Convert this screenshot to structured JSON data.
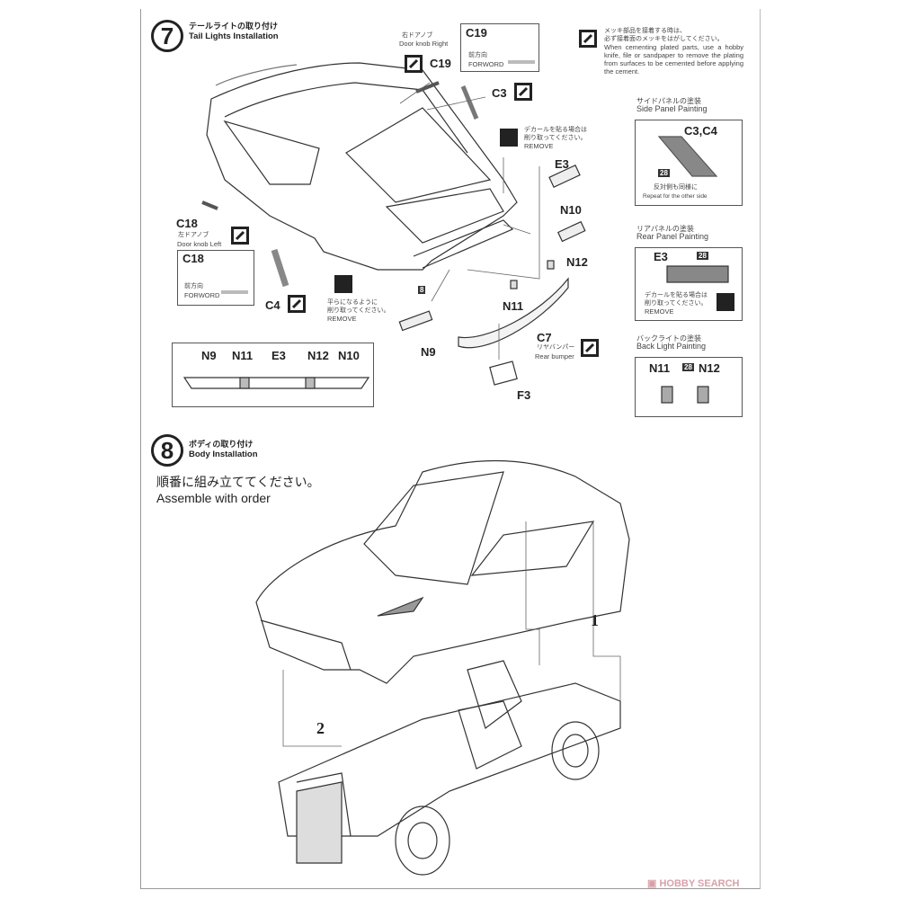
{
  "step7": {
    "number": "7",
    "title_jp": "テールライトの取り付け",
    "title_en": "Tail Lights Installation",
    "door_knob_right_jp": "右ドアノブ",
    "door_knob_right_en": "Door knob Right",
    "door_knob_left_jp": "左ドアノブ",
    "door_knob_left_en": "Door knob Left",
    "c19_box": {
      "part": "C19",
      "forward_jp": "前方向",
      "forward_en": "FORWORD"
    },
    "c18_box": {
      "part": "C18",
      "forward_jp": "前方向",
      "forward_en": "FORWORD"
    },
    "parts": {
      "c19": "C19",
      "c3": "C3",
      "c18": "C18",
      "c4": "C4",
      "e3": "E3",
      "n10": "N10",
      "n12": "N12",
      "n11": "N11",
      "c7": "C7",
      "n9": "N9",
      "f3": "F3",
      "paint8": "8"
    },
    "rear_bumper_jp": "リヤバンパー",
    "rear_bumper_en": "Rear bumper",
    "remove_decal_jp1": "デカールを貼る場合は",
    "remove_decal_jp2": "削り取ってください。",
    "remove_decal_en": "REMOVE",
    "remove_flat_jp1": "平らになるように",
    "remove_flat_jp2": "削り取ってください。",
    "remove_flat_en": "REMOVE",
    "panel_labels": [
      "N9",
      "N11",
      "E3",
      "N12",
      "N10"
    ]
  },
  "plating_note": {
    "jp1": "メッキ部品を接着する時は、",
    "jp2": "必ず接着面のメッキをはがしてください。",
    "en": "When cementing plated parts, use a hobby knife, file or sandpaper to remove the plating from surfaces to be cemented before applying the cement."
  },
  "side_panel": {
    "title_jp": "サイドパネルの塗装",
    "title_en": "Side Panel Painting",
    "parts": "C3,C4",
    "color": "28",
    "note_jp": "反対側も同様に",
    "note_en": "Repeat for the other side"
  },
  "rear_panel": {
    "title_jp": "リアパネルの塗装",
    "title_en": "Rear Panel Painting",
    "part": "E3",
    "color": "28",
    "note_jp1": "デカールを貼る場合は",
    "note_jp2": "削り取ってください。",
    "note_en": "REMOVE"
  },
  "back_light": {
    "title_jp": "バックライトの塗装",
    "title_en": "Back Light Painting",
    "left": "N11",
    "color": "28",
    "right": "N12"
  },
  "step8": {
    "number": "8",
    "title_jp": "ボディの取り付け",
    "title_en": "Body Installation",
    "instruction_jp": "順番に組み立ててください。",
    "instruction_en": "Assemble with order",
    "order1": "1",
    "order2": "2"
  },
  "watermark": {
    "brand": "HOBBY SEARCH",
    "color": "#d9a0a8"
  }
}
